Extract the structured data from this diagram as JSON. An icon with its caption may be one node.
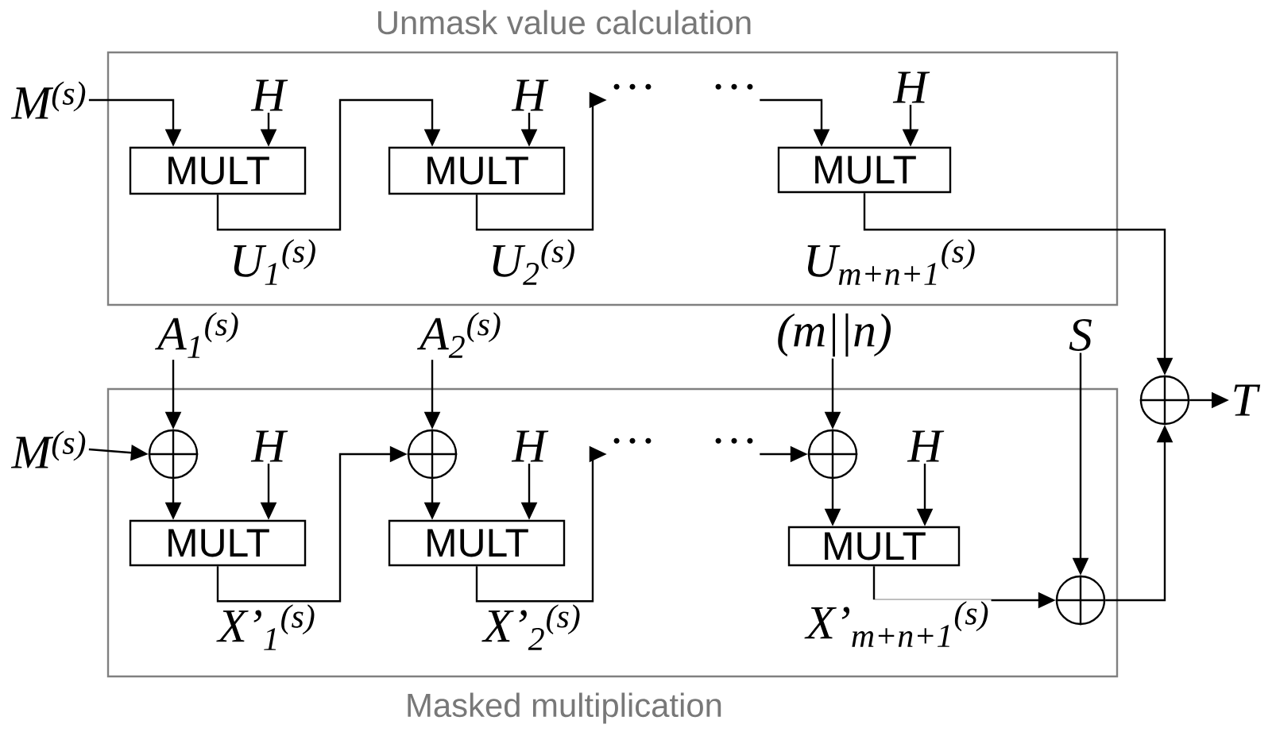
{
  "diagram": {
    "nodes": [
      {
        "text": [
          "Unmask value calculation"
        ]
      },
      {
        "text": [
          "M$^{(s)}$"
        ]
      },
      {
        "text": [
          "H"
        ],
        "in": 0
      },
      {
        "text": [
          "MULT"
        ],
        "in": 0
      },
      {
        "text": [
          "H"
        ],
        "in": 0
      },
      {
        "text": [
          "MULT"
        ],
        "in": 0
      },
      {
        "text": [
          "···"
        ],
        "in": 0
      },
      {
        "text": [
          "···"
        ],
        "in": 0
      },
      {
        "text": [
          "H"
        ],
        "in": 0
      },
      {
        "text": [
          "MULT"
        ],
        "in": 0
      },
      {
        "text": [
          "Masked multiplication"
        ]
      },
      {
        "text": [
          "A$_{1}$$^{(s)}$"
        ]
      },
      {
        "text": [
          "A$_{2}$$^{(s)}$"
        ]
      },
      {
        "text": [
          "(m||n)"
        ]
      },
      {
        "text": [
          "S"
        ]
      },
      {
        "text": [
          "M$^{(s)}$"
        ]
      },
      {
        "text": [],
        "shape": "circle",
        "in": 10
      },
      {
        "text": [
          "H"
        ],
        "in": 10
      },
      {
        "text": [
          "MULT"
        ],
        "in": 10
      },
      {
        "text": [],
        "shape": "circle",
        "in": 10
      },
      {
        "text": [
          "H"
        ],
        "in": 10
      },
      {
        "text": [
          "MULT"
        ],
        "in": 10
      },
      {
        "text": [
          "···"
        ],
        "in": 10
      },
      {
        "text": [
          "···"
        ],
        "in": 10
      },
      {
        "text": [],
        "shape": "circle",
        "in": 10
      },
      {
        "text": [
          "H"
        ],
        "in": 10
      },
      {
        "text": [
          "MULT"
        ],
        "in": 10
      },
      {
        "text": [],
        "shape": "circle",
        "in": 10
      },
      {
        "text": [],
        "shape": "circle"
      },
      {
        "text": [
          "T"
        ]
      }
    ],
    "edges": [
      {
        "from": 1,
        "to": 3,
        "arrow": "to"
      },
      {
        "from": 2,
        "to": 3,
        "arrow": "to"
      },
      {
        "from": 3,
        "to": 5,
        "arrow": "to",
        "label": "U$_{1}$$^{(s)}$"
      },
      {
        "from": 4,
        "to": 5,
        "arrow": "to"
      },
      {
        "from": 5,
        "to": 6,
        "arrow": "to",
        "label": "U$_{2}$$^{(s)}$"
      },
      {
        "from": 7,
        "to": 9,
        "arrow": "to"
      },
      {
        "from": 8,
        "to": 9,
        "arrow": "to"
      },
      {
        "from": 9,
        "to": 28,
        "arrow": "to",
        "label": "U$_{m+n+1}$$^{(s)}$"
      },
      {
        "from": 11,
        "to": 16,
        "arrow": "to"
      },
      {
        "from": 15,
        "to": 16,
        "arrow": "to"
      },
      {
        "from": 16,
        "to": 18,
        "arrow": "to"
      },
      {
        "from": 17,
        "to": 18,
        "arrow": "to"
      },
      {
        "from": 18,
        "to": 19,
        "arrow": "to",
        "label": "X’$_{1}$$^{(s)}$"
      },
      {
        "from": 12,
        "to": 19,
        "arrow": "to"
      },
      {
        "from": 19,
        "to": 21,
        "arrow": "to"
      },
      {
        "from": 20,
        "to": 21,
        "arrow": "to"
      },
      {
        "from": 21,
        "to": 22,
        "arrow": "to",
        "label": "X’$_{2}$$^{(s)}$"
      },
      {
        "from": 23,
        "to": 24,
        "arrow": "to"
      },
      {
        "from": 13,
        "to": 24,
        "arrow": "to"
      },
      {
        "from": 24,
        "to": 26,
        "arrow": "to"
      },
      {
        "from": 25,
        "to": 26,
        "arrow": "to"
      },
      {
        "from": 26,
        "to": 27,
        "arrow": "to",
        "label": "X’$_{m+n+1}$$^{(s)}$"
      },
      {
        "from": 14,
        "to": 27,
        "arrow": "to"
      },
      {
        "from": 27,
        "to": 28,
        "arrow": "to"
      },
      {
        "from": 28,
        "to": 29,
        "arrow": "to"
      }
    ]
  }
}
